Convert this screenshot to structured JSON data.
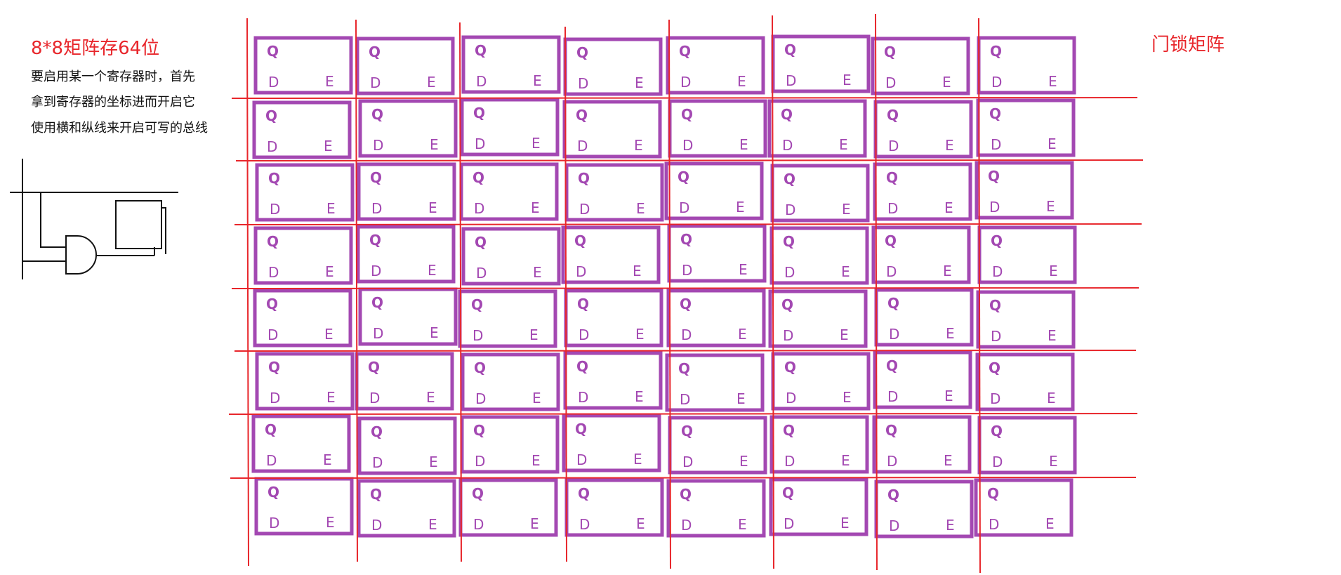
{
  "title": "8*8矩阵存64位",
  "matrix_label": "门锁矩阵",
  "description": [
    "要启用某一个寄存器时，首先",
    "拿到寄存器的坐标进而开启它",
    "使用横和纵线来开启可写的总线"
  ],
  "matrix": {
    "rows": 8,
    "cols": 8,
    "cell_labels": {
      "q": "Q",
      "d": "D",
      "e": "E"
    }
  },
  "colors": {
    "register": "#a348b2",
    "bus_line": "#e8262b",
    "gate_diagram": "#111111",
    "title": "#e8262b"
  }
}
